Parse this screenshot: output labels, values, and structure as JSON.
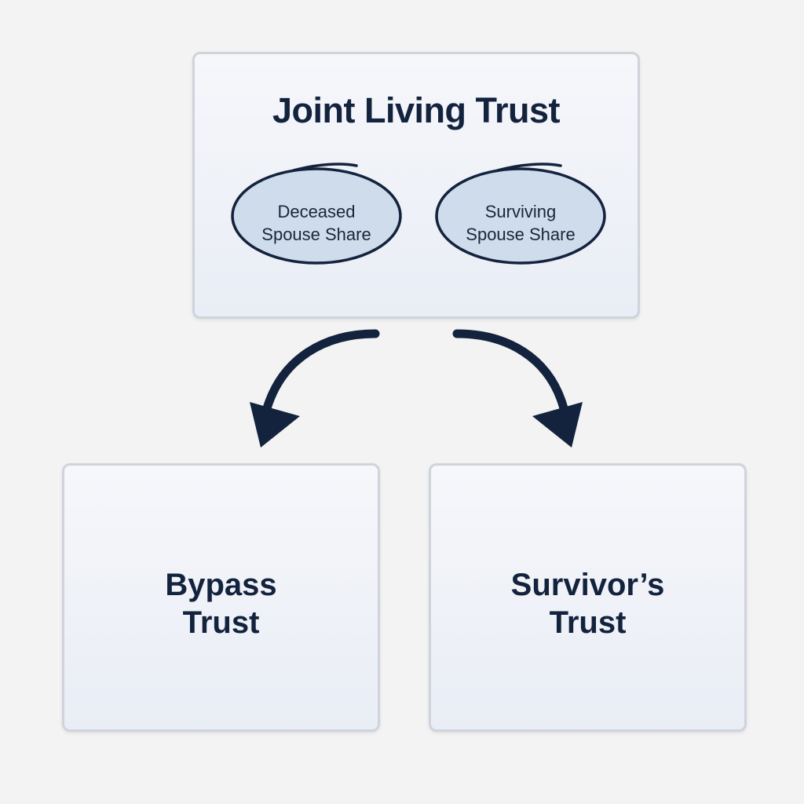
{
  "diagram": {
    "top": {
      "title": "Joint Living Trust",
      "ellipses": [
        {
          "line1": "Deceased",
          "line2": "Spouse Share"
        },
        {
          "line1": "Surviving",
          "line2": "Spouse Share"
        }
      ]
    },
    "bottom_left": {
      "line1": "Bypass",
      "line2": "Trust"
    },
    "bottom_right": {
      "line1": "Survivor’s",
      "line2": "Trust"
    }
  },
  "colors": {
    "ink": "#13233d",
    "box_border": "#cfd3db",
    "ellipse_fill": "#cfdcec",
    "background": "#f3f3f4"
  }
}
